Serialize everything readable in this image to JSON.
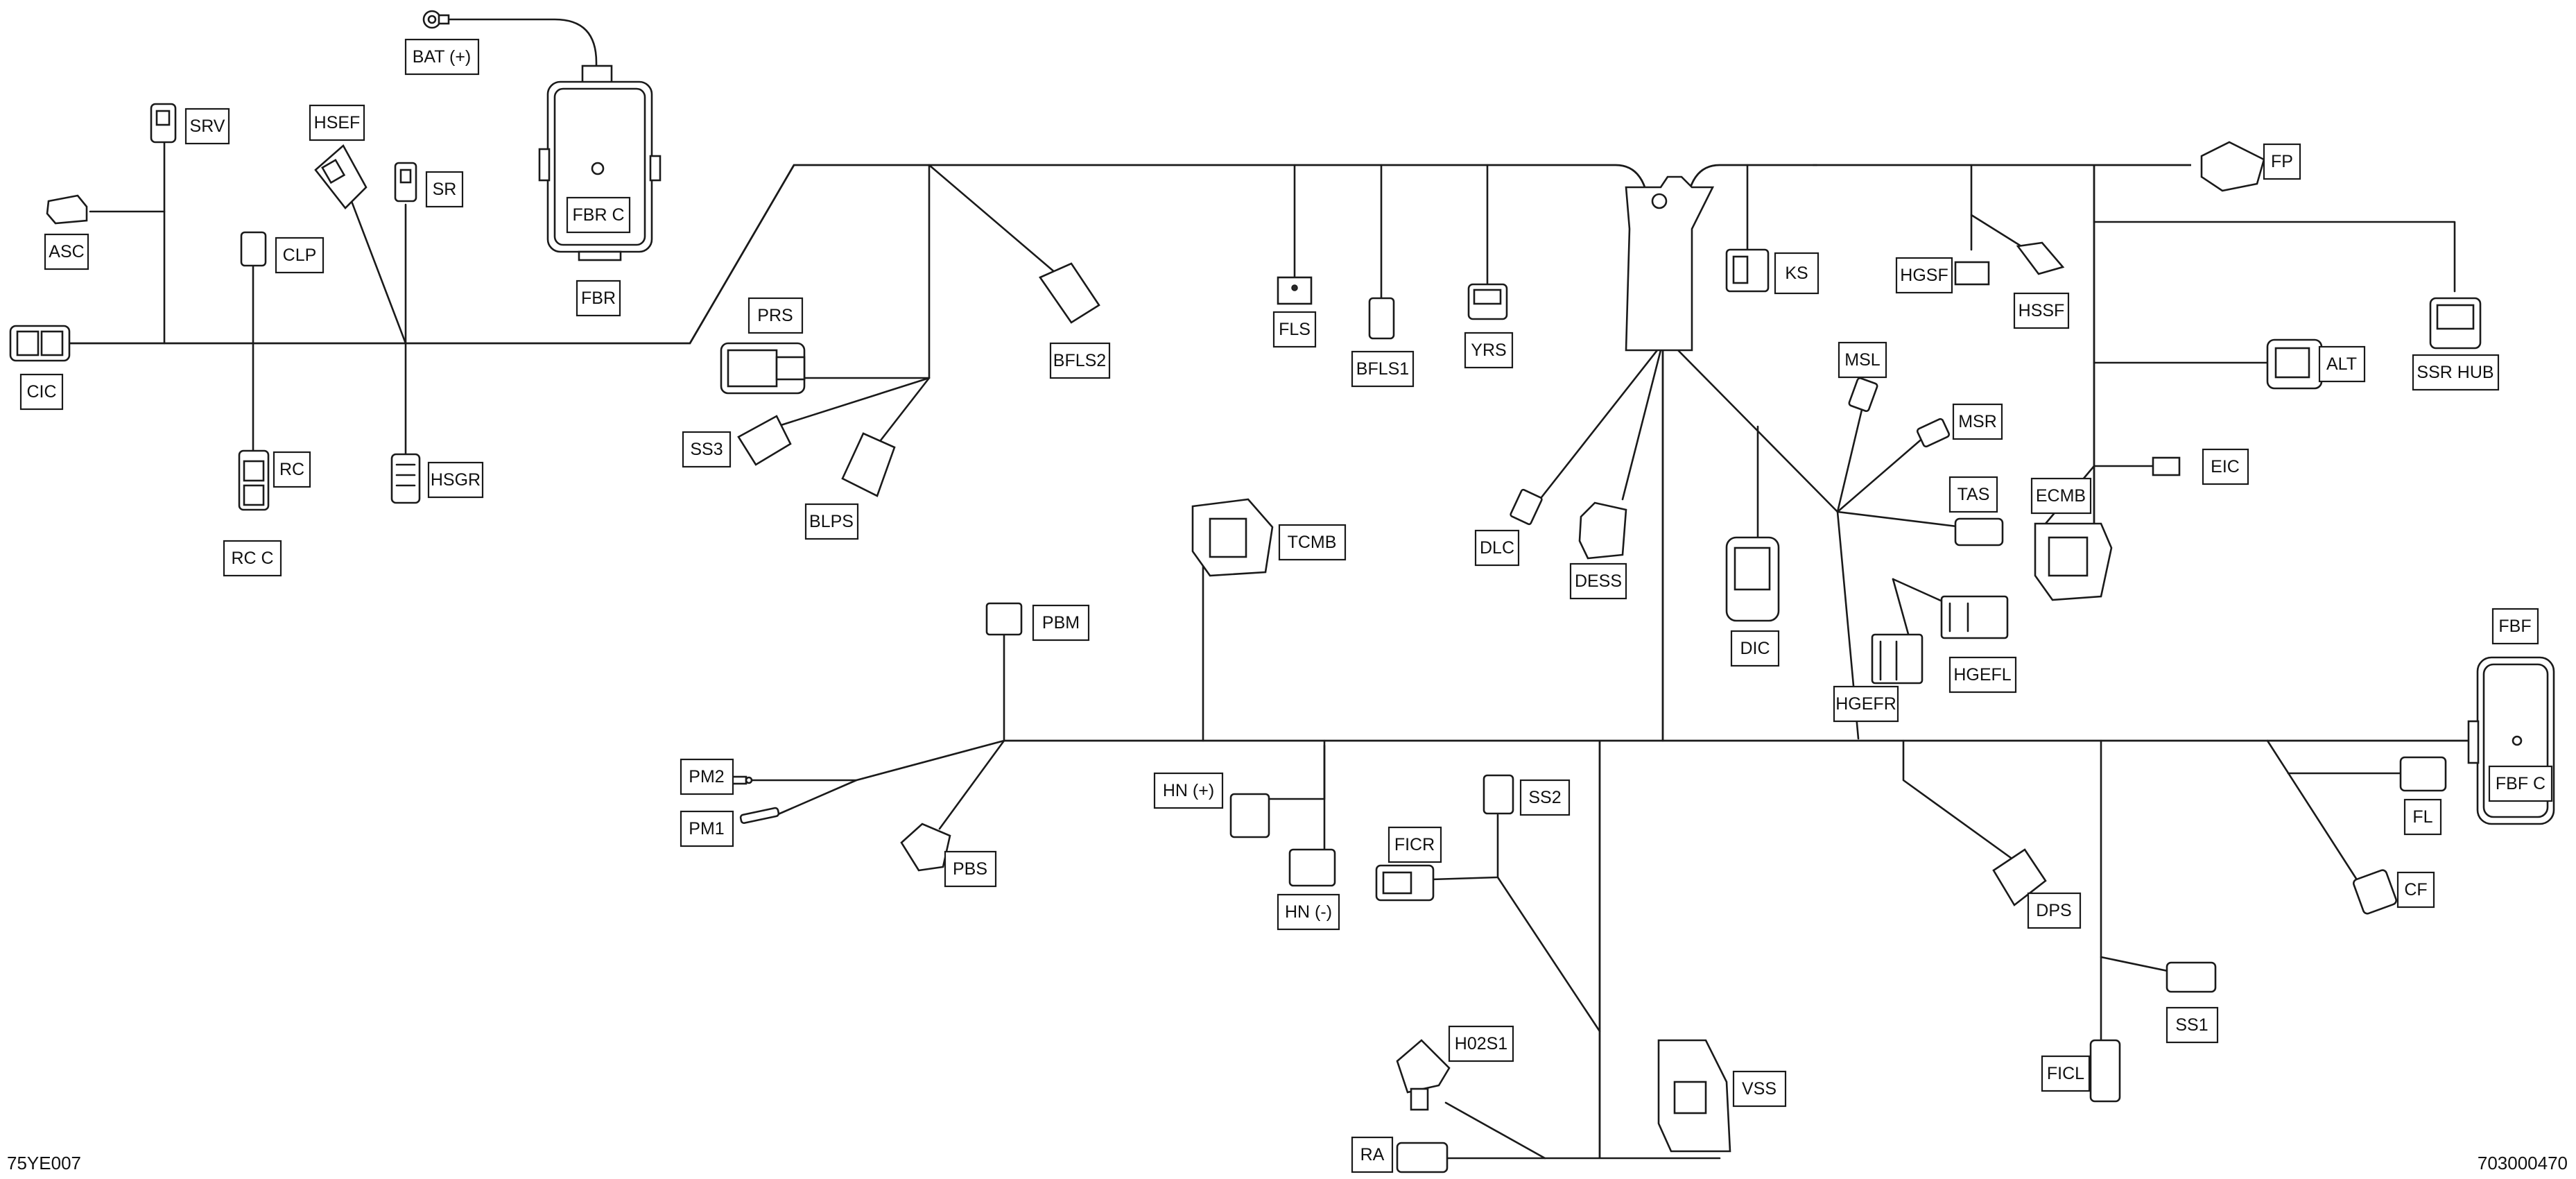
{
  "diagram_id": "75YE007",
  "drawing_number": "703000470",
  "labels": {
    "bat": "BAT (+)",
    "fbr_c": "FBR  C",
    "fbr": "FBR",
    "srv": "SRV",
    "hsef": "HSEF",
    "sr": "SR",
    "asc": "ASC",
    "clp": "CLP",
    "cic": "CIC",
    "rc": "RC",
    "rc_c": "RC  C",
    "hsgr": "HSGR",
    "prs": "PRS",
    "ss3": "SS3",
    "blps": "BLPS",
    "bfls2": "BFLS2",
    "fls": "FLS",
    "bfls1": "BFLS1",
    "yrs": "YRS",
    "ks": "KS",
    "hgsf": "HGSF",
    "hssf": "HSSF",
    "fp": "FP",
    "ssr_hub": "SSR  HUB",
    "alt": "ALT",
    "eic": "EIC",
    "msl": "MSL",
    "msr": "MSR",
    "tas": "TAS",
    "ecmb": "ECMB",
    "tcmb": "TCMB",
    "dlc": "DLC",
    "dess": "DESS",
    "dic": "DIC",
    "hgefr": "HGEFR",
    "hgefl": "HGEFL",
    "pbm": "PBM",
    "pm2": "PM2",
    "pm1": "PM1",
    "pbs": "PBS",
    "hn_plus": "HN (+)",
    "hn_minus": "HN (-)",
    "ficr": "FICR",
    "ss2": "SS2",
    "h02s1": "H02S1",
    "ra": "RA",
    "vss": "VSS",
    "dps": "DPS",
    "ficl": "FICL",
    "ss1": "SS1",
    "fbf": "FBF",
    "fbf_c": "FBF  C",
    "fl": "FL",
    "cf": "CF"
  }
}
